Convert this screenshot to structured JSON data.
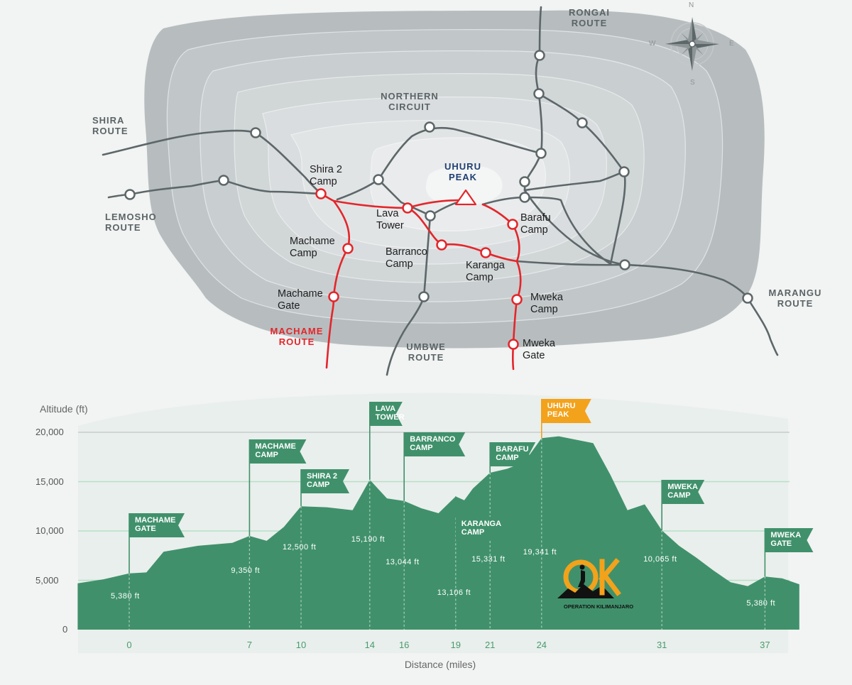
{
  "map": {
    "routes": {
      "rongai": "RONGAI\nROUTE",
      "northern": "NORTHERN\nCIRCUIT",
      "shira": "SHIRA\nROUTE",
      "lemosho": "LEMOSHO\nROUTE",
      "machame": "MACHAME\nROUTE",
      "umbwe": "UMBWE\nROUTE",
      "marangu": "MARANGU\nROUTE"
    },
    "peak": "UHURU\nPEAK",
    "camps": {
      "shira2": "Shira 2\nCamp",
      "lava": "Lava\nTower",
      "machame_camp": "Machame\nCamp",
      "barranco": "Barranco\nCamp",
      "karanga": "Karanga\nCamp",
      "barafu": "Barafu\nCamp",
      "machame_gate": "Machame\nGate",
      "mweka_camp": "Mweka\nCamp",
      "mweka_gate": "Mweka\nGate"
    },
    "compass": {
      "n": "N",
      "s": "S",
      "e": "E",
      "w": "W"
    },
    "colors": {
      "mountain": "#b7bdbf",
      "trail": "#5d6769",
      "machame": "#e3262b",
      "peak": "#1f3f73"
    }
  },
  "chart_data": {
    "type": "area",
    "ylabel": "Altitude (ft)",
    "xlabel": "Distance (miles)",
    "ylim": [
      0,
      21000
    ],
    "xlim": [
      -5,
      39
    ],
    "yticks": [
      0,
      5000,
      10000,
      15000,
      20000
    ],
    "ytick_labels": [
      "0",
      "5,000",
      "10,000",
      "15,000",
      "20,000"
    ],
    "xticks": [
      0,
      7,
      10,
      14,
      16,
      19,
      21,
      24,
      31,
      37
    ],
    "grid": true,
    "profile": {
      "x": [
        -3,
        -1.5,
        0,
        1,
        2,
        4,
        6,
        7,
        8,
        9,
        10,
        11.5,
        13,
        14,
        15,
        16,
        17,
        18,
        19,
        19.5,
        20,
        21,
        22,
        23,
        24,
        25,
        27,
        28,
        29,
        30,
        31,
        32,
        33,
        34,
        35,
        36,
        37,
        38,
        39
      ],
      "y": [
        4700,
        5100,
        5700,
        5800,
        7900,
        8500,
        8800,
        9500,
        9000,
        10400,
        12500,
        12400,
        12100,
        15190,
        13300,
        13044,
        12300,
        11800,
        13500,
        13106,
        14300,
        15900,
        16300,
        17000,
        19400,
        19600,
        18900,
        15700,
        12100,
        12700,
        10065,
        8500,
        7300,
        6000,
        4800,
        4400,
        5380,
        5200,
        4600
      ]
    },
    "stops": [
      {
        "name": "MACHAME\nGATE",
        "x": 0,
        "alt": "5,380 ft"
      },
      {
        "name": "MACHAME\nCAMP",
        "x": 7,
        "alt": "9,350 ft"
      },
      {
        "name": "SHIRA 2\nCAMP",
        "x": 10,
        "alt": "12,500 ft"
      },
      {
        "name": "LAVA\nTOWER",
        "x": 14,
        "alt": "15,190 ft"
      },
      {
        "name": "BARRANCO\nCAMP",
        "x": 16,
        "alt": "13,044 ft"
      },
      {
        "name": "KARANGA\nCAMP",
        "x": 19,
        "alt": "13,106 ft"
      },
      {
        "name": "BARAFU\nCAMP",
        "x": 21,
        "alt": "15,331 ft"
      },
      {
        "name": "UHURU\nPEAK",
        "x": 24,
        "alt": "19,341 ft"
      },
      {
        "name": "MWEKA\nCAMP",
        "x": 31,
        "alt": "10,065 ft"
      },
      {
        "name": "MWEKA\nGATE",
        "x": 37,
        "alt": "5,380 ft"
      }
    ],
    "colors": {
      "fill": "#40916b",
      "tick": "#4a9b6e",
      "flag": "#40916b",
      "peak_flag": "#f3a21b"
    }
  },
  "logo": {
    "text": "OPERATION KILIMANJARO",
    "ok_color": "#f3a21b"
  }
}
